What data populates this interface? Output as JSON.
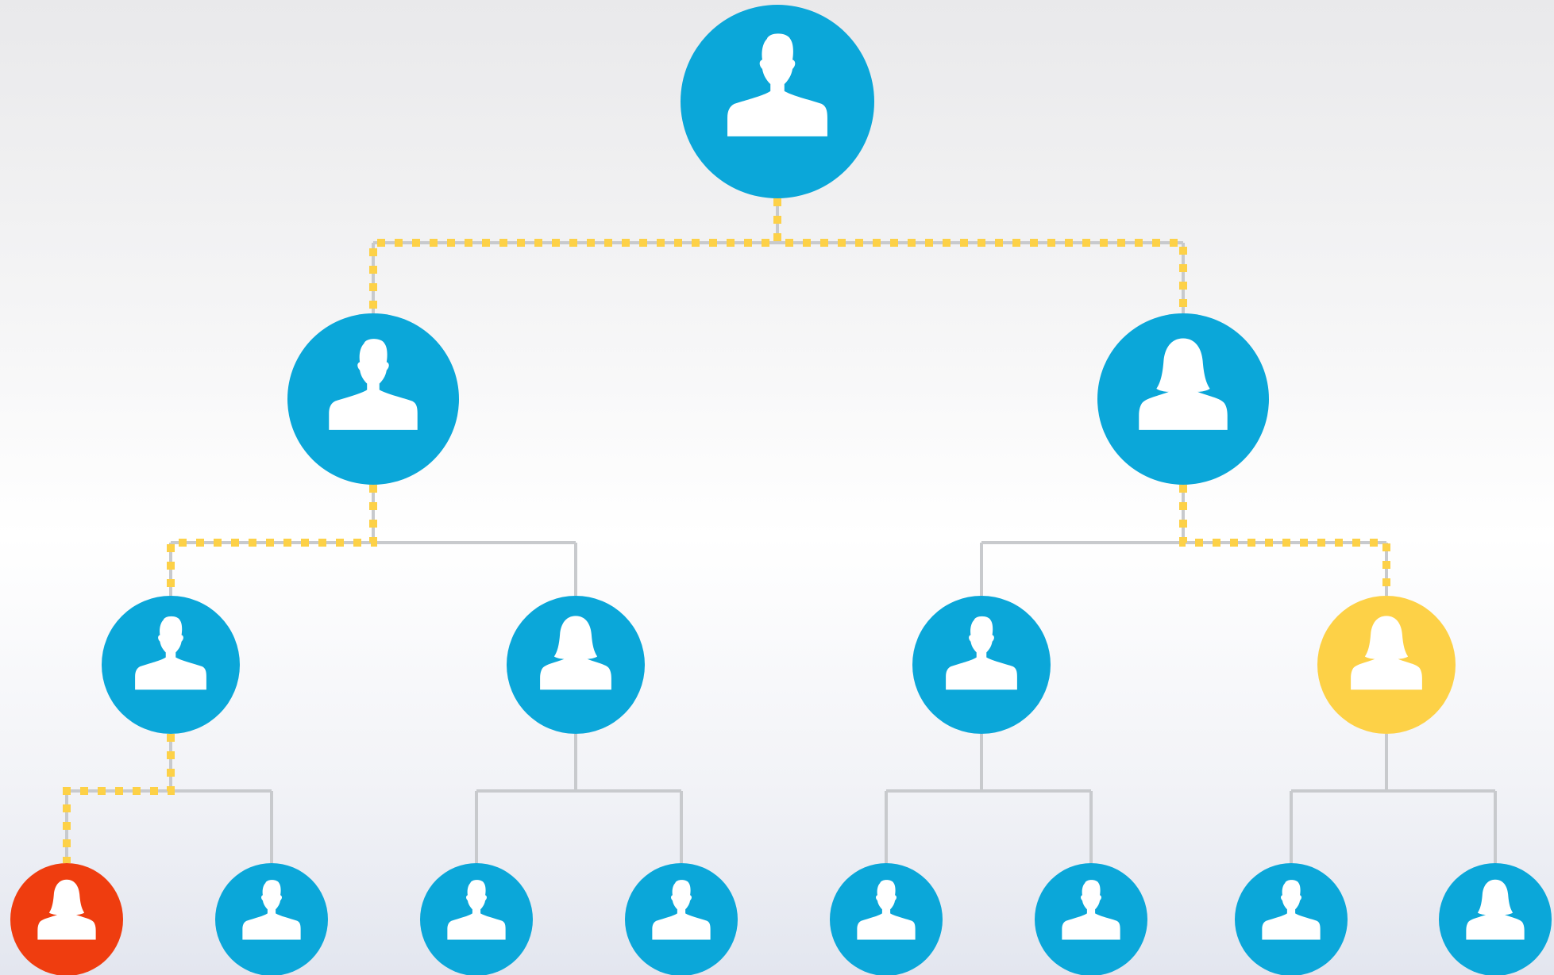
{
  "colors": {
    "node_default": "#0ba7d9",
    "node_highlight_yellow": "#fdd147",
    "node_highlight_red": "#ef3d0f",
    "connector_line": "#c8cacd",
    "highlight_path": "#fdd147",
    "silhouette": "#ffffff"
  },
  "org_chart": {
    "root": {
      "icon": "person-male-icon",
      "color": "blue",
      "children": [
        {
          "icon": "person-male-icon",
          "color": "blue",
          "children": [
            {
              "icon": "person-male-icon",
              "color": "blue",
              "children": [
                {
                  "icon": "person-female-icon",
                  "color": "red"
                },
                {
                  "icon": "person-male-icon",
                  "color": "blue"
                }
              ]
            },
            {
              "icon": "person-female-icon",
              "color": "blue",
              "children": [
                {
                  "icon": "person-male-icon",
                  "color": "blue"
                },
                {
                  "icon": "person-male-icon",
                  "color": "blue"
                }
              ]
            }
          ]
        },
        {
          "icon": "person-female-icon",
          "color": "blue",
          "children": [
            {
              "icon": "person-male-icon",
              "color": "blue",
              "children": [
                {
                  "icon": "person-male-icon",
                  "color": "blue"
                },
                {
                  "icon": "person-male-icon",
                  "color": "blue"
                }
              ]
            },
            {
              "icon": "person-female-icon",
              "color": "yellow",
              "children": [
                {
                  "icon": "person-male-icon",
                  "color": "blue"
                },
                {
                  "icon": "person-female-icon",
                  "color": "blue"
                }
              ]
            }
          ]
        }
      ]
    }
  },
  "highlighted_paths": [
    {
      "from": "root",
      "to": "level3-node-1",
      "style": "dashed-yellow"
    },
    {
      "from": "root",
      "to": "level3-node-4",
      "style": "dashed-yellow"
    }
  ]
}
